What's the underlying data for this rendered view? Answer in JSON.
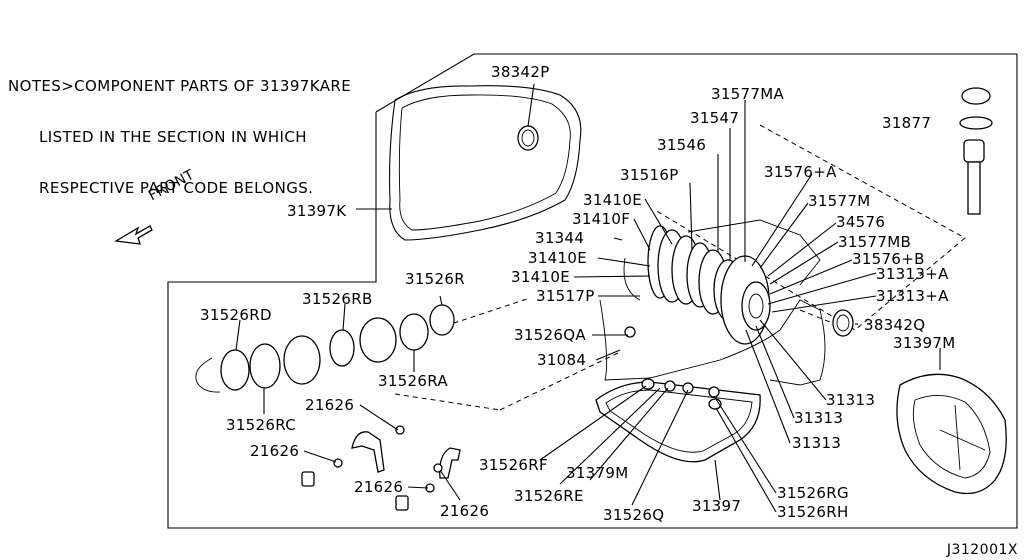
{
  "notes": {
    "lines": [
      "NOTES>COMPONENT PARTS OF 31397KARE",
      "      LISTED IN THE SECTION IN WHICH",
      "      RESPECTIVE PART CODE BELONGS."
    ]
  },
  "front_label": "FRONT",
  "diagram_code": "J312001X",
  "labels": {
    "p38342P": "38342P",
    "p31577MA": "31577MA",
    "p31547": "31547",
    "p31877": "31877",
    "p31546": "31546",
    "p31516P": "31516P",
    "p31576A": "31576+A",
    "p31410E_1": "31410E",
    "p31577M": "31577M",
    "p31410F": "31410F",
    "p34576": "34576",
    "p31344": "31344",
    "p31577MB": "31577MB",
    "p31397K": "31397K",
    "p31410E_2": "31410E",
    "p31576B": "31576+B",
    "p31410E_3": "31410E",
    "p31313A_1": "31313+A",
    "p31526R": "31526R",
    "p31517P": "31517P",
    "p31313A_2": "31313+A",
    "p31526RB": "31526RB",
    "p31526RD": "31526RD",
    "p31526QA": "31526QA",
    "p38342Q": "38342Q",
    "p31397M": "31397M",
    "p31084": "31084",
    "p31526RA": "31526RA",
    "p31313_1": "31313",
    "p21626_1": "21626",
    "p31313_2": "31313",
    "p31526RC": "31526RC",
    "p31313_3": "31313",
    "p21626_2": "21626",
    "p31526RF": "31526RF",
    "p31379M": "31379M",
    "p21626_3": "21626",
    "p31526RG": "31526RG",
    "p31526RE": "31526RE",
    "p31397": "31397",
    "p21626_4": "21626",
    "p31526Q": "31526Q",
    "p31526RH": "31526RH"
  }
}
